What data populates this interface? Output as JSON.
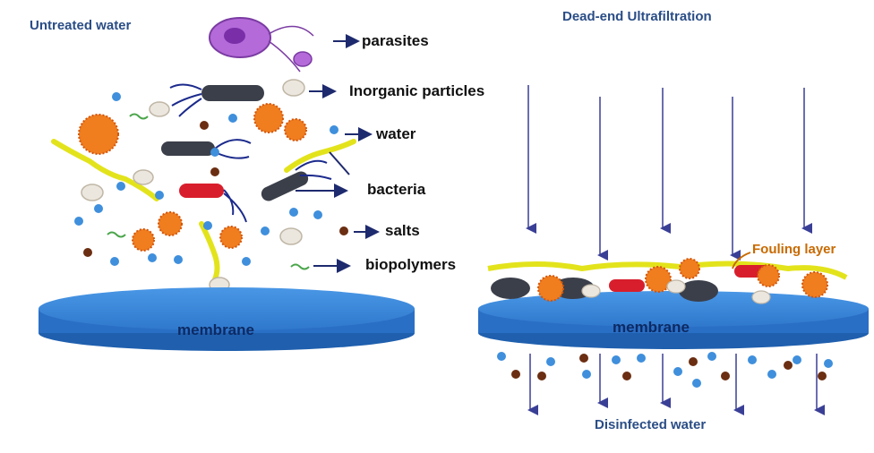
{
  "left_panel": {
    "title": "Untreated water",
    "legend": {
      "parasites": "parasites",
      "inorganic": "Inorganic particles",
      "water": "water",
      "bacteria": "bacteria",
      "salts": "salts",
      "biopolymers": "biopolymers"
    },
    "membrane_label": "membrane"
  },
  "right_panel": {
    "title": "Dead-end Ultrafiltration",
    "fouling_label": "Fouling layer",
    "membrane_label": "membrane",
    "output_label": "Disinfected water"
  },
  "icons": [
    "parasite-icon",
    "inorganic-particle-icon",
    "water-droplet-icon",
    "bacteria-icon",
    "salt-particle-icon",
    "biopolymer-icon",
    "membrane-disc-icon",
    "flow-arrow-icon"
  ],
  "colors": {
    "membrane": "#3b86d8",
    "membrane_edge": "#1f5fae",
    "heading": "#2a4d86",
    "water": "#3f8fdc",
    "salt": "#6b2e12",
    "bacteria_orange": "#f07d1e",
    "biopolymer": "#e3e31c",
    "parasite": "#9b4fc7",
    "flow_arrow": "#3a3f96",
    "fouling": "#c86a00"
  }
}
